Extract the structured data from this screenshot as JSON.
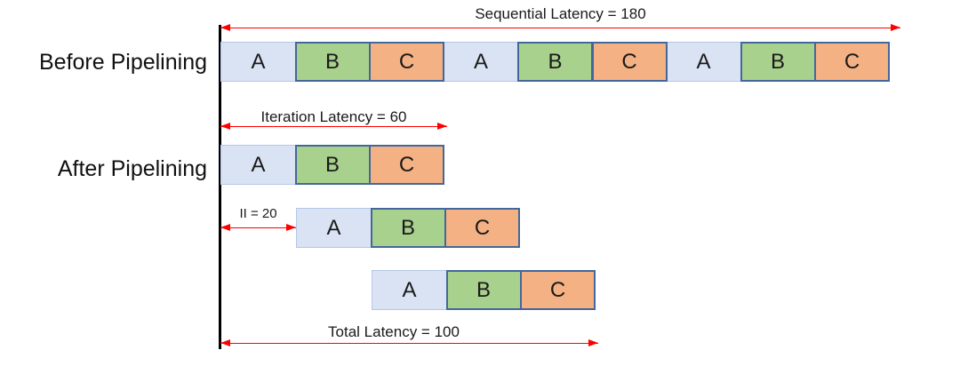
{
  "labels": {
    "before": "Before Pipelining",
    "after": "After Pipelining"
  },
  "annotations": {
    "sequential": {
      "text": "Sequential Latency = 180",
      "value": 180
    },
    "iteration": {
      "text": "Iteration Latency = 60",
      "value": 60
    },
    "ii": {
      "text": "II = 20",
      "value": 20
    },
    "total": {
      "text": "Total Latency = 100",
      "value": 100
    }
  },
  "stages": [
    "A",
    "B",
    "C"
  ],
  "rows": {
    "before": [
      "A",
      "B",
      "C",
      "A",
      "B",
      "C",
      "A",
      "B",
      "C"
    ],
    "after_iterations": [
      [
        "A",
        "B",
        "C"
      ],
      [
        "A",
        "B",
        "C"
      ],
      [
        "A",
        "B",
        "C"
      ]
    ]
  },
  "colors": {
    "stage_a_fill": "#dae3f3",
    "stage_a_border": "#b4c7e7",
    "stage_b_fill": "#a9d18e",
    "stage_c_fill": "#f4b183",
    "stage_bc_border": "#44679b",
    "arrow_color": "#ff0000",
    "timeline_color": "#000000"
  }
}
